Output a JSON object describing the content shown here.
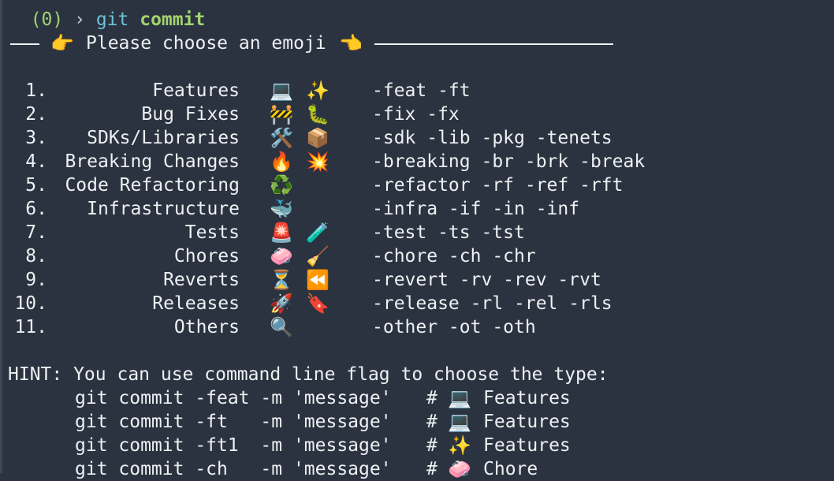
{
  "prompt": {
    "status": "(0)",
    "chevron": "›",
    "command": "git",
    "subcommand": "commit"
  },
  "header": {
    "left_emoji": "👉",
    "title": "Please choose an emoji",
    "right_emoji": "👈"
  },
  "options": [
    {
      "num": "1.",
      "label": "Features",
      "emoji1": "💻",
      "emoji2": "✨",
      "flags": "-feat -ft"
    },
    {
      "num": "2.",
      "label": "Bug Fixes",
      "emoji1": "🚧",
      "emoji2": "🐛",
      "flags": "-fix -fx"
    },
    {
      "num": "3.",
      "label": "SDKs/Libraries",
      "emoji1": "🛠️",
      "emoji2": "📦",
      "flags": "-sdk -lib -pkg -tenets"
    },
    {
      "num": "4.",
      "label": "Breaking Changes",
      "emoji1": "🔥",
      "emoji2": "💥",
      "flags": "-breaking -br -brk -break"
    },
    {
      "num": "5.",
      "label": "Code Refactoring",
      "emoji1": "♻️",
      "emoji2": "",
      "flags": "-refactor -rf -ref -rft"
    },
    {
      "num": "6.",
      "label": "Infrastructure",
      "emoji1": "🐳",
      "emoji2": "",
      "flags": "-infra -if -in -inf"
    },
    {
      "num": "7.",
      "label": "Tests",
      "emoji1": "🚨",
      "emoji2": "🧪",
      "flags": "-test -ts -tst"
    },
    {
      "num": "8.",
      "label": "Chores",
      "emoji1": "🧼",
      "emoji2": "🧹",
      "flags": "-chore -ch -chr"
    },
    {
      "num": "9.",
      "label": "Reverts",
      "emoji1": "⏳",
      "emoji2": "⏪",
      "flags": "-revert -rv -rev -rvt"
    },
    {
      "num": "10.",
      "label": "Releases",
      "emoji1": "🚀",
      "emoji2": "🔖",
      "flags": "-release -rl -rel -rls"
    },
    {
      "num": "11.",
      "label": "Others",
      "emoji1": "🔍",
      "emoji2": "",
      "flags": "-other -ot -oth"
    }
  ],
  "hint": {
    "title": "HINT: You can use command line flag to choose the type:",
    "examples": [
      {
        "command": "git commit -feat -m 'message'",
        "hash": "#",
        "emoji": "💻",
        "label": "Features"
      },
      {
        "command": "git commit -ft   -m 'message'",
        "hash": "#",
        "emoji": "💻",
        "label": "Features"
      },
      {
        "command": "git commit -ft1  -m 'message'",
        "hash": "#",
        "emoji": "✨",
        "label": "Features"
      },
      {
        "command": "git commit -ch   -m 'message'",
        "hash": "#",
        "emoji": "🧼",
        "label": "Chore"
      }
    ]
  },
  "colors": {
    "background": "#2b3340",
    "text": "#eef0f3",
    "green": "#a3d36f",
    "cyan": "#6cc4d8"
  }
}
